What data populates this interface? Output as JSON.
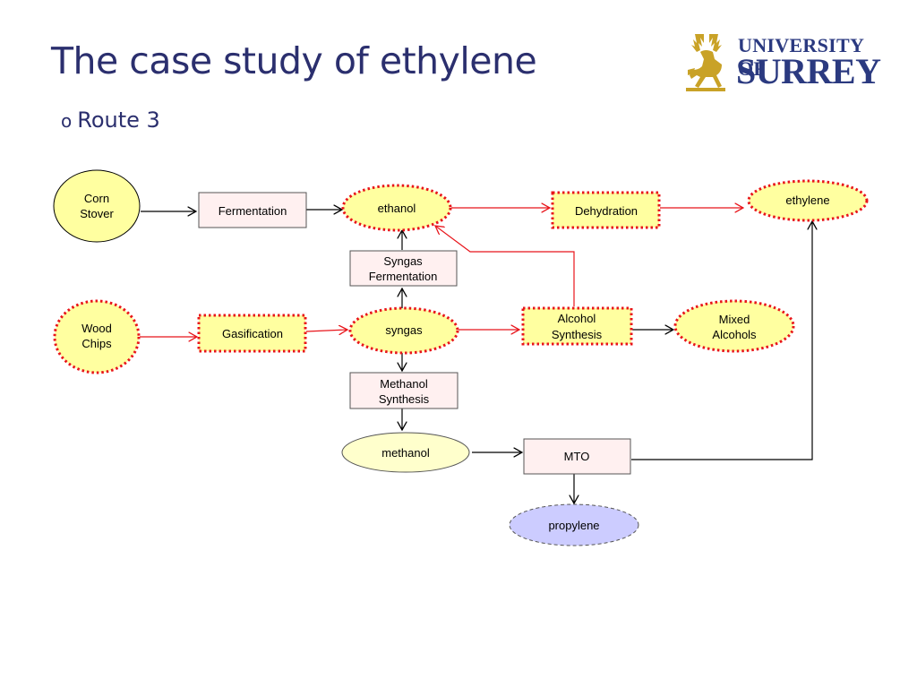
{
  "slide": {
    "title": "The case study of ethylene",
    "bullet": "Route 3",
    "bullet_mark": "o"
  },
  "logo": {
    "line1": "UNIVERSITY OF",
    "line2": "SURREY",
    "icon": "stag-icon"
  },
  "colors": {
    "title": "#2b2f6e",
    "yellow_fill": "#ffffa0",
    "light_yellow_fill": "#ffffcc",
    "pink_fill": "#fff0f0",
    "lavender_fill": "#ccccff",
    "red_dotted_border": "#e8141a",
    "red_arrow": "#e8141a",
    "black_arrow": "#000000"
  },
  "nodes": {
    "corn_stover": [
      "Corn",
      "Stover"
    ],
    "wood_chips": [
      "Wood",
      "Chips"
    ],
    "fermentation": [
      "Fermentation"
    ],
    "gasification": [
      "Gasification"
    ],
    "ethanol": [
      "ethanol"
    ],
    "syngas": [
      "syngas"
    ],
    "syngas_fermentation": [
      "Syngas",
      "Fermentation"
    ],
    "methanol_synthesis": [
      "Methanol",
      "Synthesis"
    ],
    "methanol": [
      "methanol"
    ],
    "dehydration": [
      "Dehydration"
    ],
    "alcohol_synthesis": [
      "Alcohol",
      "Synthesis"
    ],
    "mto": [
      "MTO"
    ],
    "propylene": [
      "propylene"
    ],
    "ethylene": [
      "ethylene"
    ],
    "mixed_alcohols": [
      "Mixed",
      "Alcohols"
    ]
  }
}
